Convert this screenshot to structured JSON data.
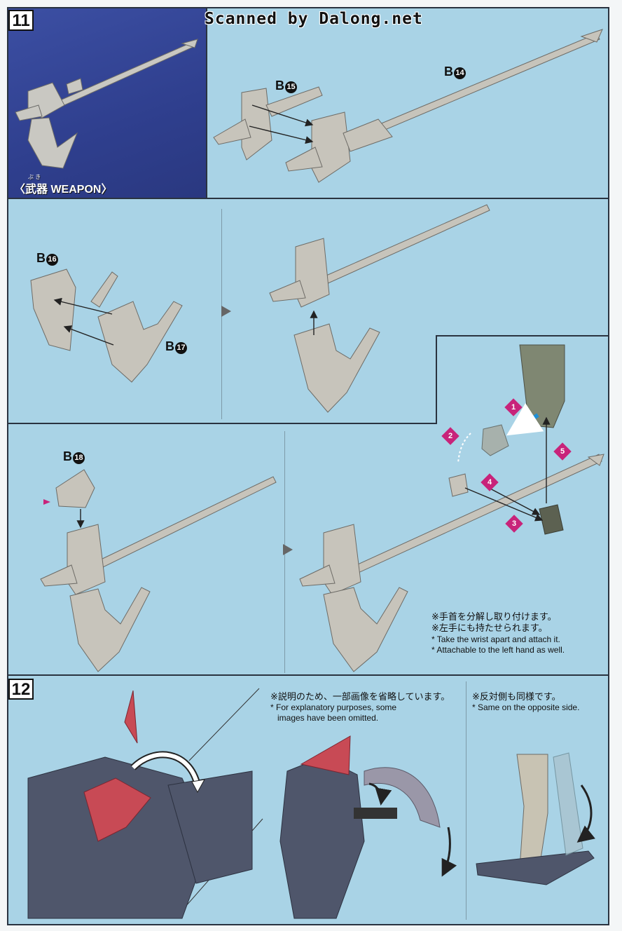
{
  "scanner_watermark": "Scanned by Dalong.net",
  "steps": {
    "step11": "11",
    "step12": "12"
  },
  "weapon_label": {
    "text": "〈武器 WEAPON〉",
    "ruby": "ぶ き"
  },
  "parts": {
    "b14": {
      "letter": "B",
      "num": "14"
    },
    "b15": {
      "letter": "B",
      "num": "15"
    },
    "b16": {
      "letter": "B",
      "num": "16"
    },
    "b17": {
      "letter": "B",
      "num": "17"
    },
    "b18": {
      "letter": "B",
      "num": "18"
    }
  },
  "badges": [
    "1",
    "2",
    "3",
    "4",
    "5"
  ],
  "notes": {
    "wrist": {
      "line1_jp": "※手首を分解し取り付けます。",
      "line2_jp": "※左手にも持たせられます。",
      "line1_en": "* Take the wrist apart and attach it.",
      "line2_en": "* Attachable to the left hand as well."
    },
    "omitted": {
      "jp": "※説明のため、一部画像を省略しています。",
      "en1": "* For explanatory purposes, some",
      "en2": "images have been omitted."
    },
    "opposite": {
      "jp": "※反対側も同様です。",
      "en": "* Same on the opposite side."
    }
  },
  "colors": {
    "panel_bg": "#a9d3e6",
    "weapon_panel": "#2f3f8e",
    "part_gray": "#c7c4bb",
    "badge_magenta": "#c8237a",
    "arrow_blue": "#1e8fd6"
  }
}
